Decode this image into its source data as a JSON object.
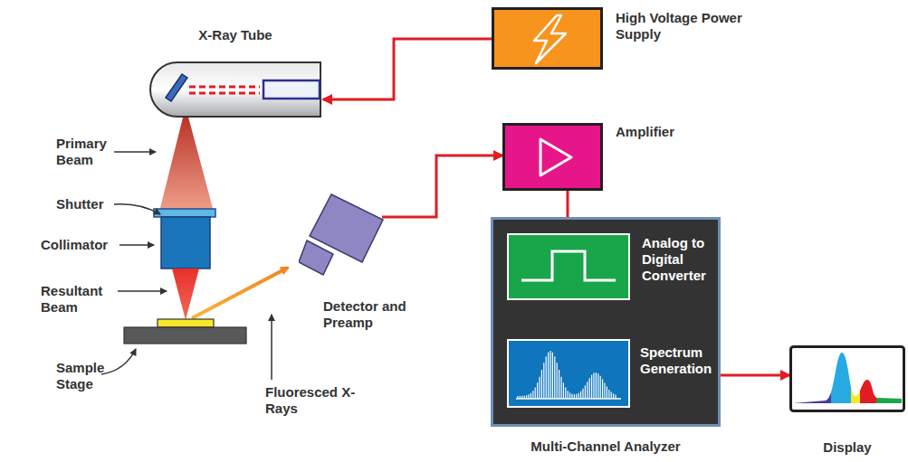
{
  "diagram": {
    "nodes": [
      {
        "text": [
          "X-Ray Tube"
        ]
      },
      {
        "text": [
          "High Voltage Power Supply"
        ]
      },
      {
        "text": [
          "Amplifier"
        ]
      },
      {
        "text": [
          "Detector and Preamp"
        ]
      },
      {
        "text": [
          "Multi-Channel Analyzer"
        ]
      },
      {
        "text": [
          "Analog to Digital Converter"
        ],
        "in": 4
      },
      {
        "text": [
          "Spectrum Generation"
        ],
        "in": 4
      },
      {
        "text": [
          "Display"
        ]
      }
    ],
    "edges": [
      {
        "from": 1,
        "to": 0,
        "arrow": "to"
      },
      {
        "from": 3,
        "to": 2,
        "arrow": "to"
      },
      {
        "from": 2,
        "to": 5,
        "arrow": "to"
      },
      {
        "from": 5,
        "to": 6,
        "arrow": "to"
      },
      {
        "from": 6,
        "to": 7,
        "arrow": "to"
      }
    ],
    "labels": [
      "Primary Beam",
      "Shutter",
      "Collimator",
      "Resultant Beam",
      "Sample Stage",
      "Fluoresced X-Rays"
    ]
  }
}
